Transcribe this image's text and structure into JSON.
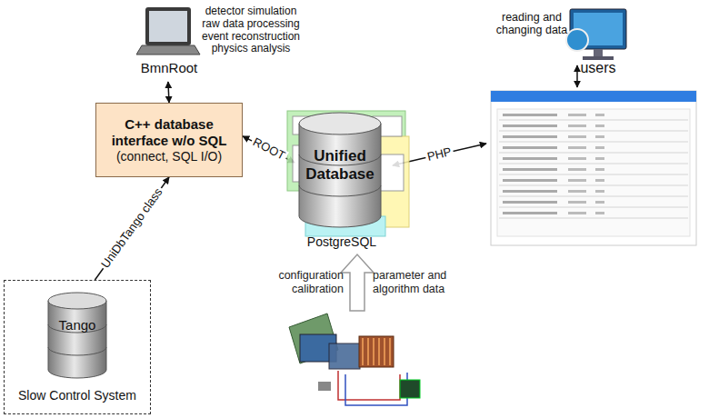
{
  "diagram": {
    "nodes": [
      {
        "text": [
          "C++ database interface w/o SQL",
          "(connect, SQL I/O)"
        ]
      },
      {
        "text": [
          "BmnRoot",
          "detector simulation raw data processing event reconstruction physics analysis"
        ]
      },
      {
        "text": [
          "Unified Database",
          "PostgreSQL"
        ]
      },
      {
        "text": [
          "users",
          "reading and changing data"
        ]
      },
      {
        "text": [
          "Tango",
          "Slow Control System"
        ]
      }
    ],
    "edges": [
      {
        "from": 0,
        "to": 1,
        "arrow": "both"
      },
      {
        "from": 0,
        "to": 2,
        "label": "ROOT",
        "arrow": "both"
      },
      {
        "from": 2,
        "to": 3,
        "label": "PHP",
        "arrow": "both"
      },
      {
        "from": 4,
        "to": 0,
        "label": "UniDbTango class",
        "arrow": "to"
      }
    ],
    "labels": [
      "configuration calibration",
      "parameter and algorithm data"
    ]
  }
}
